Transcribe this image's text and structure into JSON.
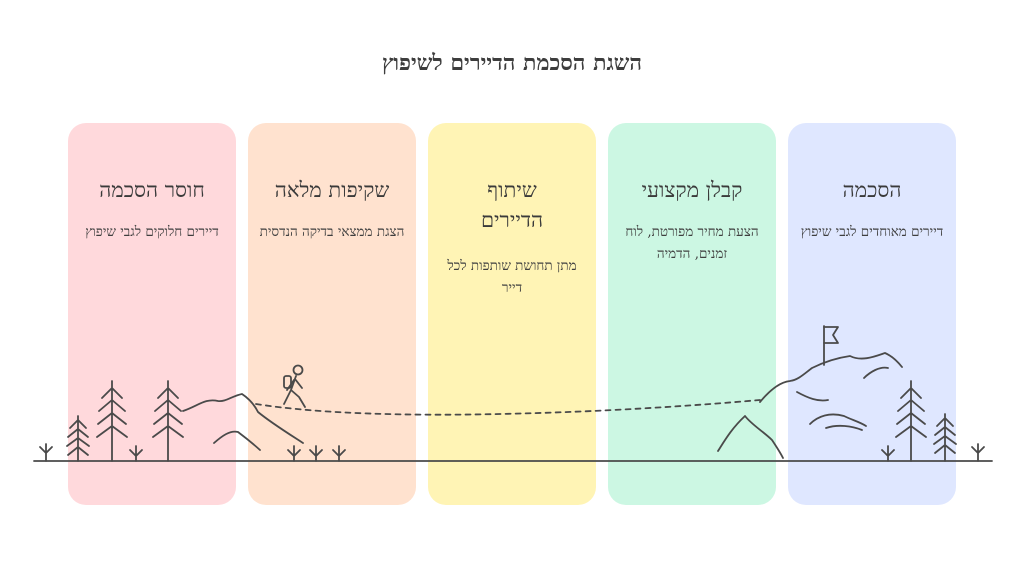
{
  "title": "השגת הסכמת הדיירים לשיפוץ",
  "stages": [
    {
      "title": "חוסר הסכמה",
      "description": "דיירים חלוקים לגבי שיפוץ",
      "color": "#ffd9dc"
    },
    {
      "title": "שקיפות מלאה",
      "description": "הצגת ממצאי בדיקה הנדסית",
      "color": "#ffe2cf"
    },
    {
      "title": "שיתוף הדיירים",
      "description": "מתן תחושת שותפות לכל דייר",
      "color": "#fff4b5"
    },
    {
      "title": "קבלן מקצועי",
      "description": "הצעת מחיר מפורטת, לוח זמנים, הדמיה",
      "color": "#ccf7e3"
    },
    {
      "title": "הסכמה",
      "description": "דיירים מאוחדים לגבי שיפוץ",
      "color": "#dfe7ff"
    }
  ]
}
